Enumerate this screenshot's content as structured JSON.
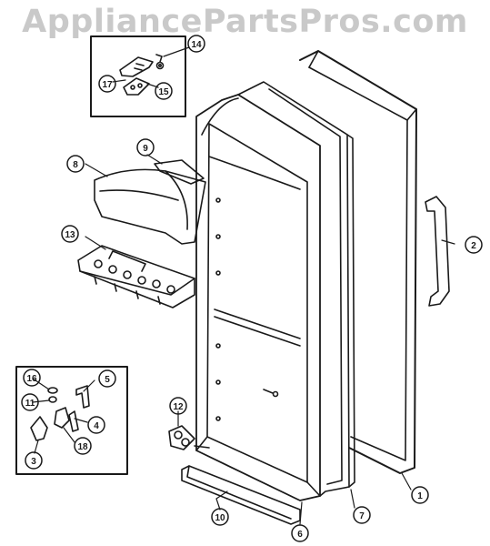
{
  "watermark": "AppliancePartsPros.com",
  "callouts": {
    "c1": "1",
    "c2": "2",
    "c3": "3",
    "c4": "4",
    "c5": "5",
    "c6": "6",
    "c7": "7",
    "c8": "8",
    "c9": "9",
    "c10": "10",
    "c11": "11",
    "c12": "12",
    "c13": "13",
    "c14": "14",
    "c15": "15",
    "c16": "16",
    "c17": "17",
    "c18": "18"
  },
  "colors": {
    "ink": "#1a1a1a",
    "watermark": "#c9c9c9",
    "background": "#ffffff"
  }
}
